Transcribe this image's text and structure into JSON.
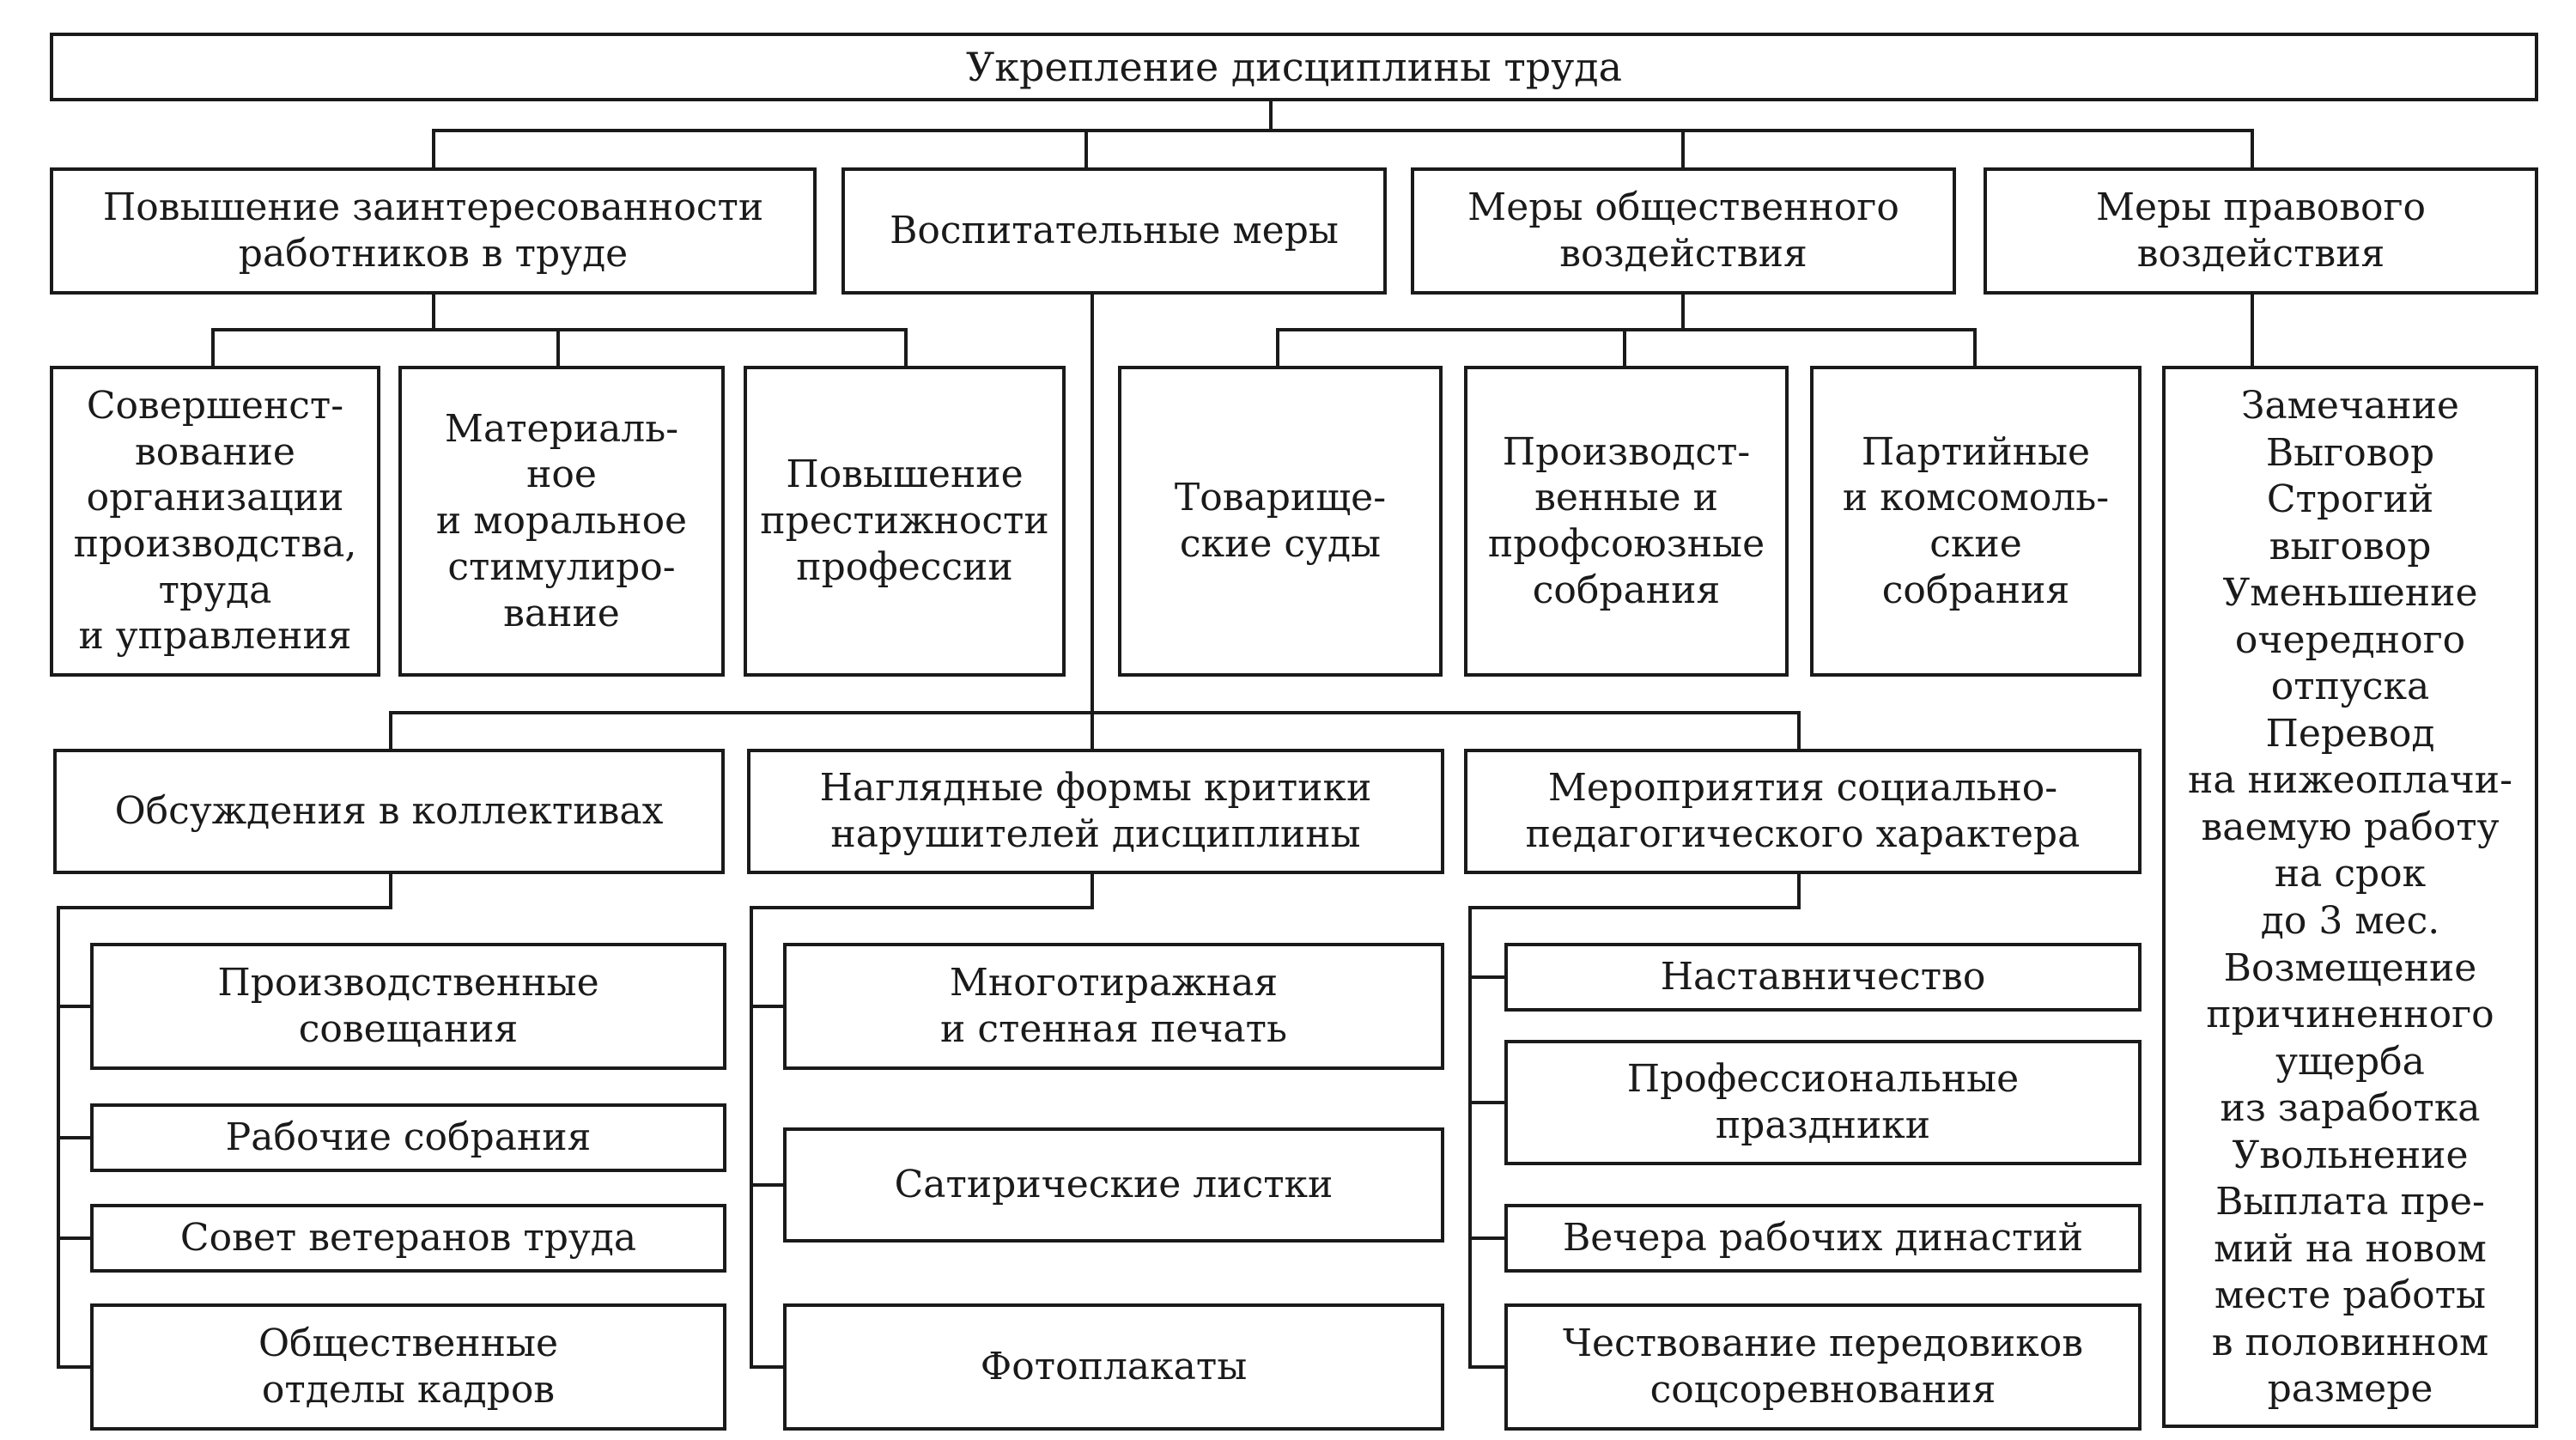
{
  "colors": {
    "line": "#1a1a1a",
    "background": "#ffffff"
  },
  "diagram": {
    "root": "Укрепление дисциплины труда",
    "branches": {
      "interest": "Повышение заинтересованности\nработников в труде",
      "education": "Воспитательные меры",
      "public": "Меры общественного\nвоздействия",
      "legal": "Меры правового\nвоздействия"
    },
    "interest_children": [
      "Совершенст-\nвование\nорганизации\nпроизводства,\nтруда\nи управления",
      "Материаль-\nное\nи моральное\nстимулиро-\nвание",
      "Повышение\nпрестижности\nпрофессии"
    ],
    "public_children": [
      "Товарище-\nские суды",
      "Производст-\nвенные и\nпрофсоюзные\nсобрания",
      "Партийные\nи комсомоль-\nские\nсобрания"
    ],
    "legal_measures": "Замечание\nВыговор\nСтрогий\nвыговор\nУменьшение\nочередного\nотпуска\nПеревод\nна нижеоплачи-\nваемую работу\nна срок\nдо    3  мес.\nВозмещение\nпричиненного\nущерба\nиз заработка\nУвольнение\nВыплата пре-\nмий на новом\nместе работы\nв половинном\nразмере",
    "education_children": {
      "discussions": "Обсуждения в коллективах",
      "visual": "Наглядные формы критики\nнарушителей дисциплины",
      "social": "Мероприятия социально-\nпедагогического характера"
    },
    "discussion_items": [
      "Производственные\nсовещания",
      "Рабочие собрания",
      "Совет ветеранов труда",
      "Общественные\nотделы кадров"
    ],
    "visual_items": [
      "Многотиражная\nи стенная печать",
      "Сатирические листки",
      "Фотоплакаты"
    ],
    "social_items": [
      "Наставничество",
      "Профессиональные\nпраздники",
      "Вечера рабочих династий",
      "Чествование передовиков\nсоцсоревнования"
    ]
  }
}
